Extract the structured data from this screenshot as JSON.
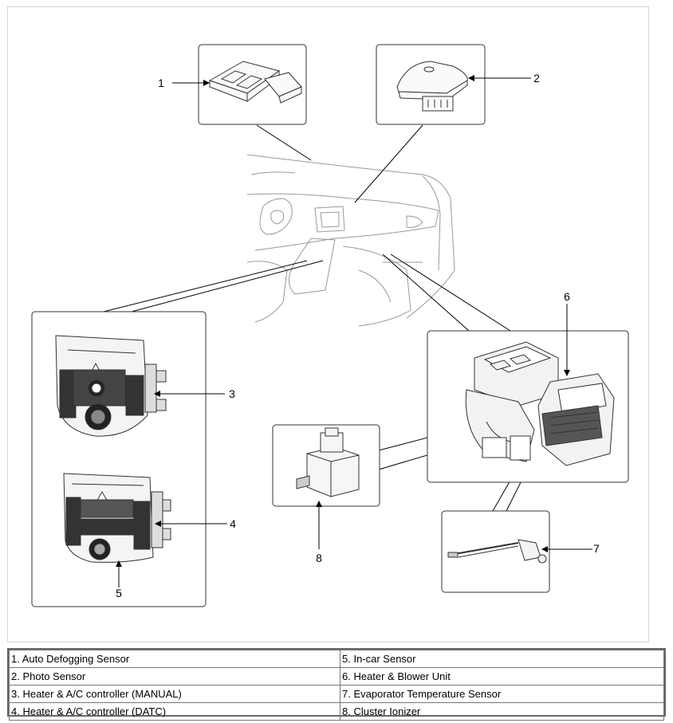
{
  "callouts": [
    "1",
    "2",
    "3",
    "4",
    "5",
    "6",
    "7",
    "8"
  ],
  "legend": [
    [
      "1. Auto Defogging Sensor",
      "5. In-car Sensor"
    ],
    [
      "2. Photo Sensor",
      "6. Heater & Blower Unit"
    ],
    [
      "3. Heater & A/C controller (MANUAL)",
      "7. Evaporator Temperature Sensor"
    ],
    [
      "4. Heater & A/C controller (DATC)",
      "8. Cluster Ionizer"
    ]
  ]
}
